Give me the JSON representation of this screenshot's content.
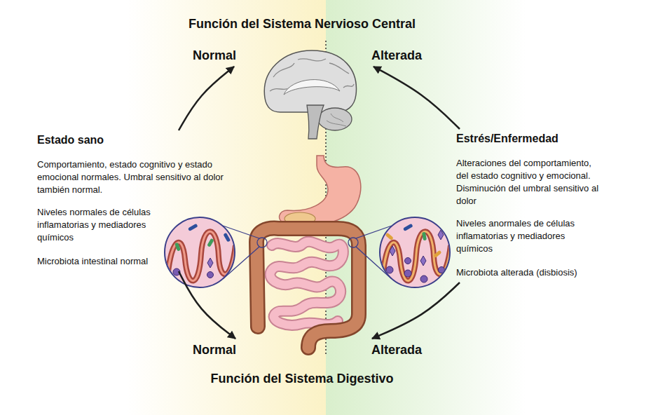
{
  "diagram": {
    "title": "Función del Sistema Nervioso Central",
    "caption": "Función del Sistema Digestivo",
    "nodes": [
      {
        "text": [
          "Normal"
        ]
      },
      {
        "text": [
          "Alterada"
        ]
      },
      {
        "text": [
          "Estado sano",
          "Comportamiento, estado cognitivo y estado emocional normales. Umbral sensitivo al dolor también normal.",
          "Niveles normales de células inflamatorias y mediadores químicos",
          "Microbiota intestinal normal"
        ]
      },
      {
        "text": [
          "Estrés/Enfermedad",
          "Alteraciones del comportamiento, del estado cognitivo y emocional. Disminución del umbral sensitivo al dolor",
          "Niveles anormales de células inflamatorias y mediadores químicos",
          "Microbiota alterada (disbiosis)"
        ]
      },
      {
        "text": [
          "Normal"
        ]
      },
      {
        "text": [
          "Alterada"
        ]
      }
    ],
    "edges": [
      {
        "from": 2,
        "to": 0,
        "arrow": "to"
      },
      {
        "from": 2,
        "to": 4,
        "arrow": "to"
      },
      {
        "from": 3,
        "to": 1,
        "arrow": "to"
      },
      {
        "from": 3,
        "to": 5,
        "arrow": "to"
      }
    ]
  }
}
